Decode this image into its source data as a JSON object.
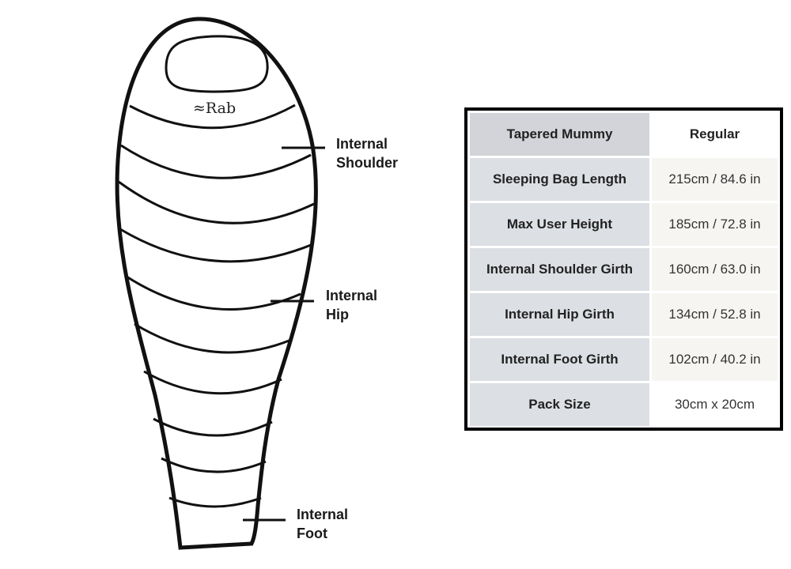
{
  "diagram": {
    "brand_logo": "Rab",
    "labels": {
      "shoulder": [
        "Internal",
        "Shoulder"
      ],
      "hip": [
        "Internal",
        "Hip"
      ],
      "foot": [
        "Internal",
        "Foot"
      ]
    }
  },
  "table": {
    "header": {
      "label": "Tapered Mummy",
      "value": "Regular"
    },
    "rows": [
      {
        "label": "Sleeping Bag Length",
        "value": "215cm / 84.6 in"
      },
      {
        "label": "Max User Height",
        "value": "185cm / 72.8 in"
      },
      {
        "label": "Internal Shoulder Girth",
        "value": "160cm / 63.0 in"
      },
      {
        "label": "Internal Hip Girth",
        "value": "134cm / 52.8 in"
      },
      {
        "label": "Internal Foot Girth",
        "value": "102cm / 40.2 in"
      },
      {
        "label": "Pack Size",
        "value": "30cm x 20cm"
      }
    ]
  }
}
